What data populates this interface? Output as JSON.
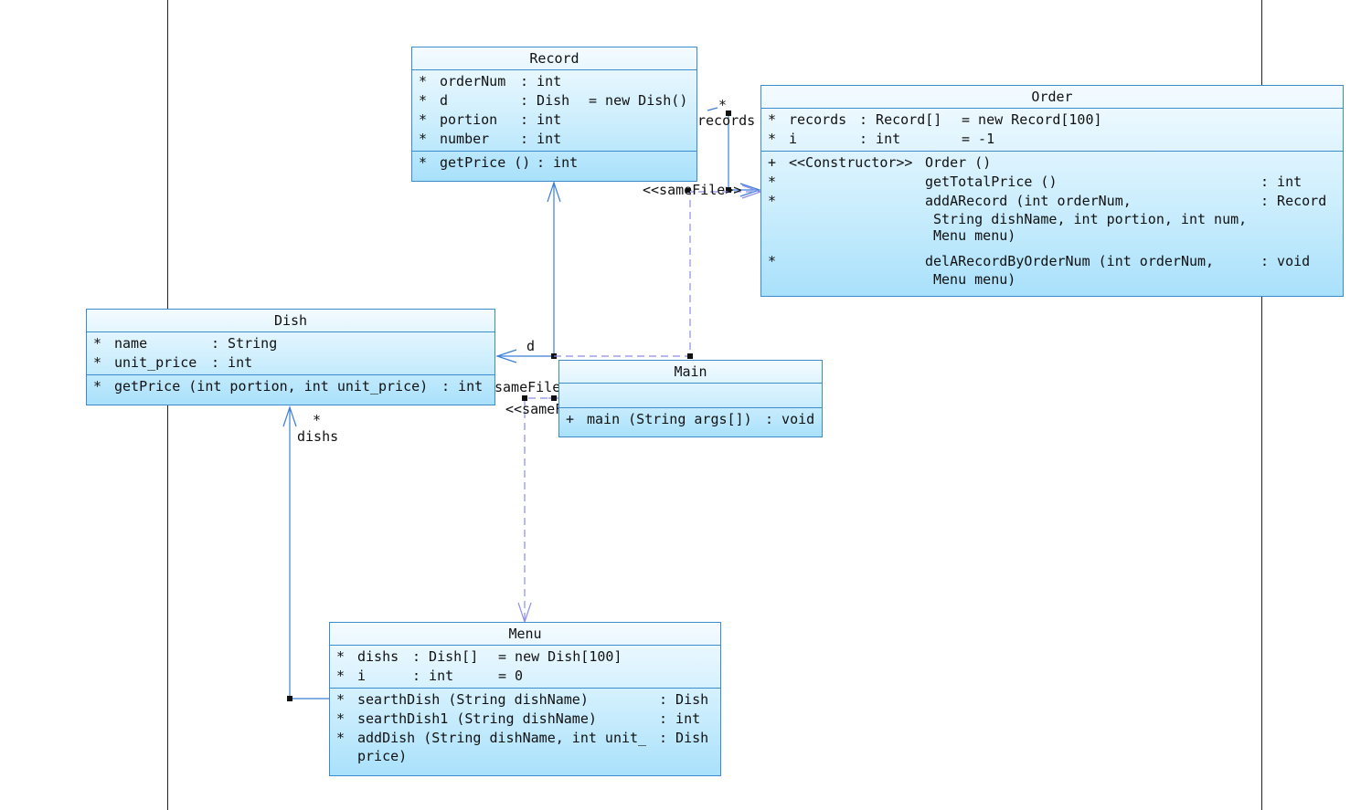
{
  "classes": {
    "record": {
      "name": "Record",
      "attributes": [
        {
          "vis": "*",
          "name": "orderNum",
          "type": ": int",
          "init": ""
        },
        {
          "vis": "*",
          "name": "d",
          "type": ": Dish",
          "init": "= new Dish()"
        },
        {
          "vis": "*",
          "name": "portion",
          "type": ": int",
          "init": ""
        },
        {
          "vis": "*",
          "name": "number",
          "type": ": int",
          "init": ""
        }
      ],
      "operations": [
        {
          "vis": "*",
          "name": "getPrice ()",
          "type": ": int"
        }
      ]
    },
    "order": {
      "name": "Order",
      "attributes": [
        {
          "vis": "*",
          "name": "records",
          "type": ": Record[]",
          "init": "= new Record[100]"
        },
        {
          "vis": "*",
          "name": "i",
          "type": ": int",
          "init": "= -1"
        }
      ],
      "operations": [
        {
          "vis": "+",
          "stereotype": "<<Constructor>>",
          "name": "Order ()",
          "type": ""
        },
        {
          "vis": "*",
          "stereotype": "",
          "name": "getTotalPrice ()",
          "type": ": int"
        },
        {
          "vis": "*",
          "stereotype": "",
          "name": "addARecord (int orderNum,",
          "type": ": Record",
          "cont": [
            "String dishName, int portion, int num,",
            "Menu menu)"
          ]
        },
        {
          "vis": "*",
          "stereotype": "",
          "name": "delARecordByOrderNum (int orderNum,",
          "type": ": void",
          "cont": [
            "Menu menu)"
          ]
        }
      ]
    },
    "dish": {
      "name": "Dish",
      "attributes": [
        {
          "vis": "*",
          "name": "name",
          "type": ": String"
        },
        {
          "vis": "*",
          "name": "unit_price",
          "type": ": int"
        }
      ],
      "operations": [
        {
          "vis": "*",
          "name": "getPrice (int portion, int unit_price)",
          "type": ": int"
        }
      ]
    },
    "main": {
      "name": "Main",
      "operations": [
        {
          "vis": "+",
          "name": "main (String args[])",
          "type": ": void"
        }
      ]
    },
    "menu": {
      "name": "Menu",
      "attributes": [
        {
          "vis": "*",
          "name": "dishs",
          "type": ": Dish[]",
          "init": "= new Dish[100]"
        },
        {
          "vis": "*",
          "name": "i",
          "type": ": int",
          "init": "= 0"
        }
      ],
      "operations": [
        {
          "vis": "*",
          "name": "searthDish (String dishName)",
          "type": ": Dish"
        },
        {
          "vis": "*",
          "name": "searthDish1 (String dishName)",
          "type": ": int"
        },
        {
          "vis": "*",
          "name": "addDish (String dishName, int unit_",
          "type": ": Dish",
          "cont": [
            "price)"
          ]
        }
      ]
    }
  },
  "links": {
    "records_mult": "*",
    "records_role": "records",
    "record_order_stereo": "<<sameFile>>",
    "d_role": "d",
    "dishs_mult": "*",
    "dishs_role": "dishs",
    "main_dish_label": "sameFile",
    "main_menu_stereo": "<<sameF"
  },
  "colors": {
    "class_border": "#3b8ccd",
    "class_fill_top": "#f4fbff",
    "class_fill_bottom": "#a9e1fb",
    "association_line": "#3b7fd6",
    "dependency_line": "#8e8ee8"
  }
}
